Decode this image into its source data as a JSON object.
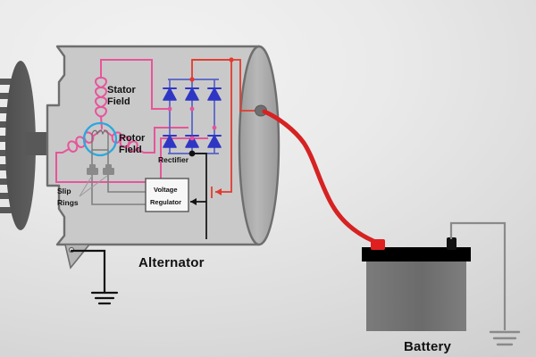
{
  "diagram": {
    "title_alternator": "Alternator",
    "title_battery": "Battery",
    "labels": {
      "stator_field_l1": "Stator",
      "stator_field_l2": "Field",
      "rotor_field_l1": "Rotor",
      "rotor_field_l2": "Field",
      "rectifier": "Rectifier",
      "slip_rings_l1": "Slip",
      "slip_rings_l2": "Rings",
      "voltage_regulator_l1": "Voltage",
      "voltage_regulator_l2": "Regulator"
    },
    "colors": {
      "background_light": "#f2f2f2",
      "background_dark": "#cfcfcf",
      "housing_fill": "#c9c9c9",
      "housing_stroke": "#6e6e6e",
      "endcap_fill": "#b0b0b0",
      "pulley_fill": "#585858",
      "stator_wire": "#e8549a",
      "rotor_ring": "#29a8df",
      "diode_blue": "#2f36c4",
      "diode_wire": "#5560c8",
      "red_wire": "#e23b2e",
      "battery_cable": "#d62222",
      "gray_wire": "#808080",
      "black_wire": "#111111",
      "battery_body": "#6f6f6f",
      "battery_top": "#000000",
      "terminal_positive": "#e02020",
      "terminal_negative": "#111111",
      "text": "#111111"
    },
    "components": {
      "pulley": "alternator-pulley-fan",
      "housing": "alternator-housing",
      "endcap": "alternator-end-cap",
      "output_terminal": "alternator-output-terminal",
      "stator": "three-phase-wye-stator-winding",
      "rotor": "rotor-field-coil",
      "rectifier_diode_count": 6,
      "rectifier_layout": "3x2 full-wave bridge",
      "slip_ring_count": 2,
      "ground_symbols": 2,
      "battery_terminals": [
        "positive",
        "negative"
      ]
    }
  }
}
